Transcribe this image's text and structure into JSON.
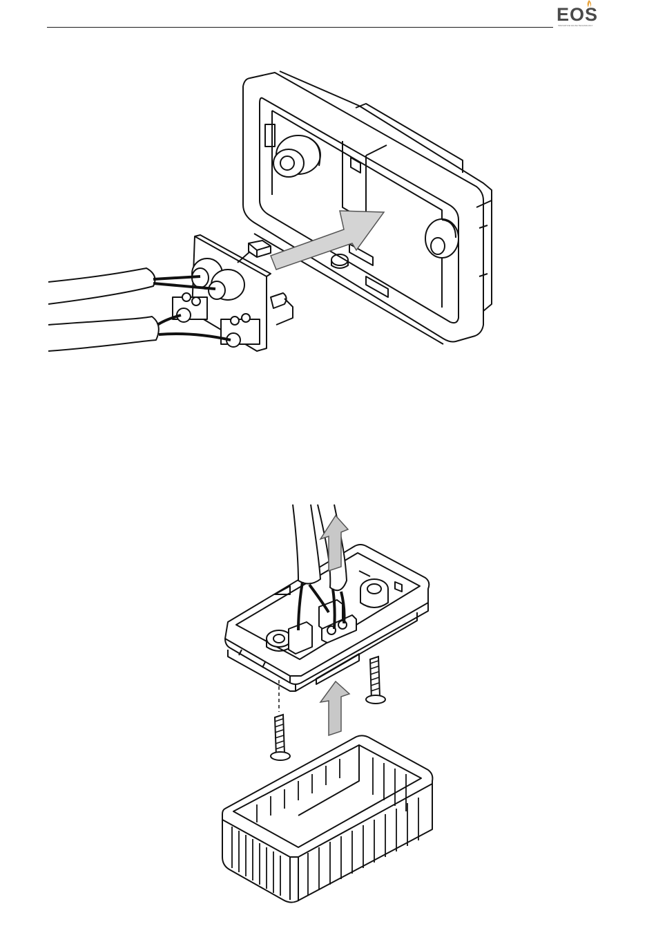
{
  "header": {
    "logo_text": "EOS",
    "logo_tagline": "INNOVATIVE SAUNA TECHNOLOGY",
    "flame_color": "#e8a23a",
    "rule_color": "#1a1a1a"
  },
  "figures": {
    "top": {
      "icon": "sensor-mounting-illustration",
      "arrow_color": "#d4d4d4"
    },
    "bottom": {
      "icon": "sensor-housing-assembly-illustration",
      "arrow_color": "#c8c8c8"
    }
  }
}
